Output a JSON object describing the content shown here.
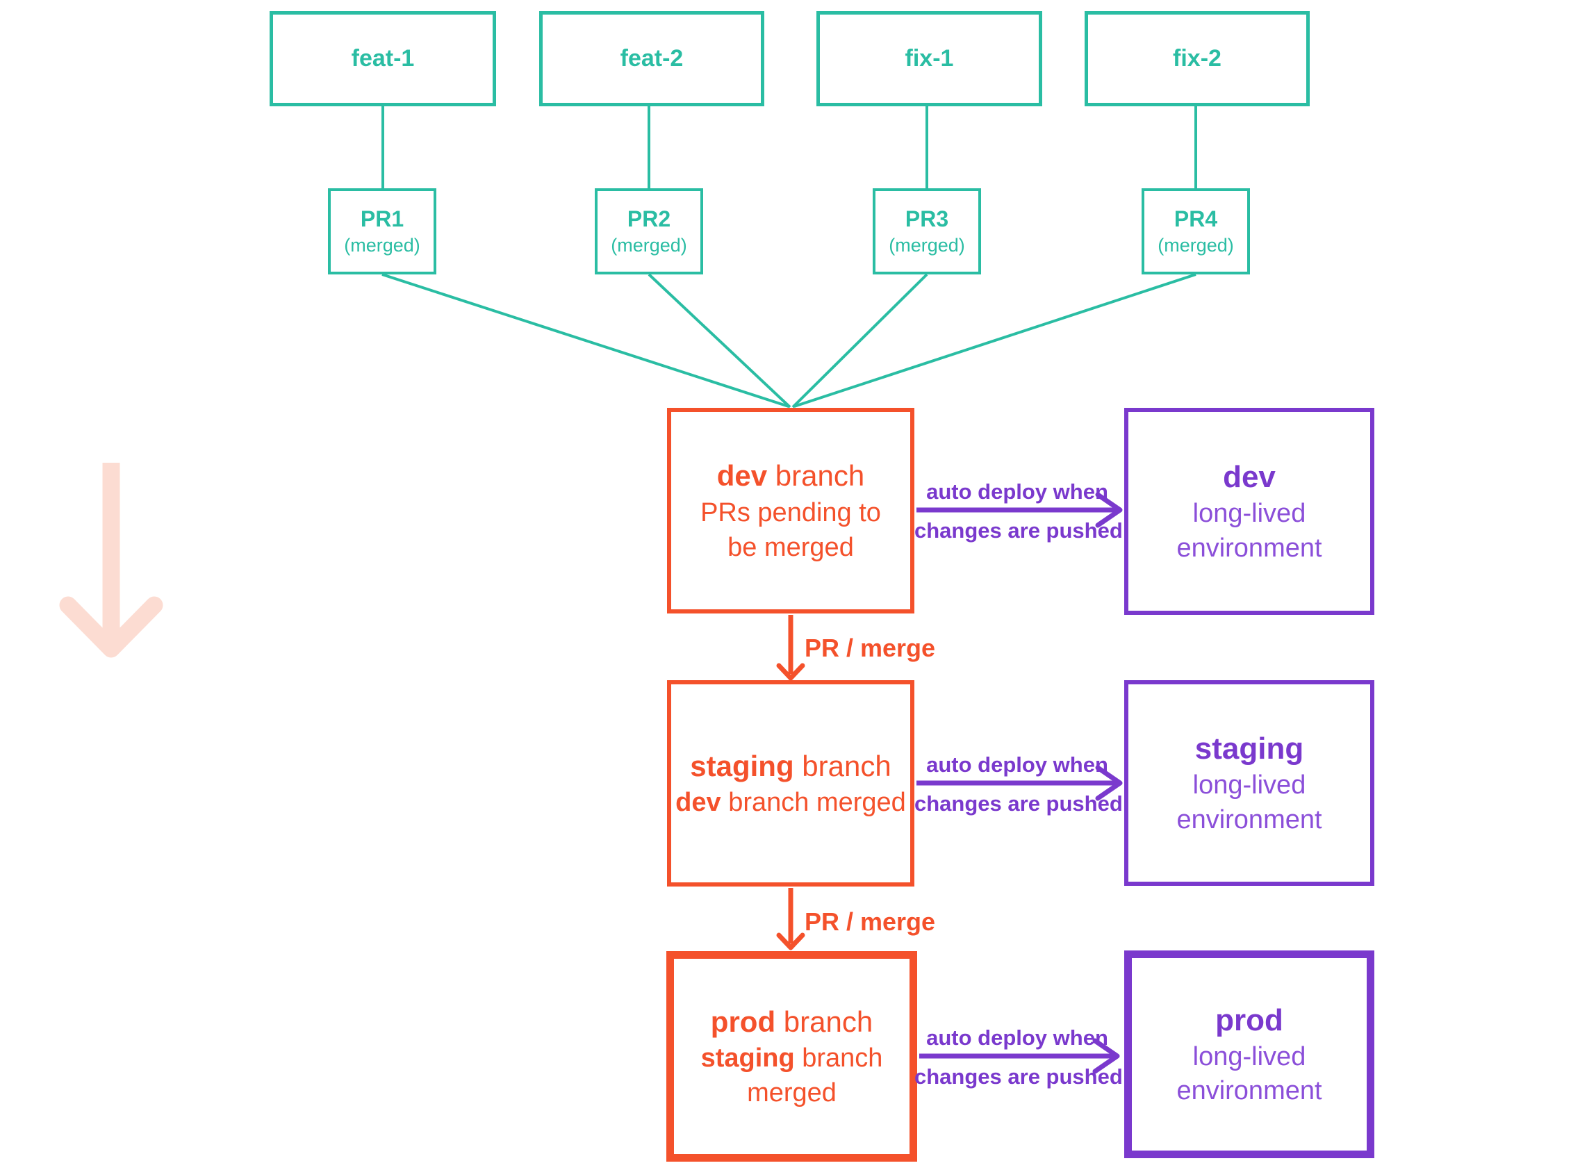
{
  "colors": {
    "teal": "#2abda3",
    "orange": "#f4512b",
    "purple": "#7a39cd",
    "purple_light": "#8b4fd9",
    "pink": "#fcdcd2"
  },
  "feature_branches": [
    {
      "label": "feat-1"
    },
    {
      "label": "feat-2"
    },
    {
      "label": "fix-1"
    },
    {
      "label": "fix-2"
    }
  ],
  "pull_requests": [
    {
      "title": "PR1",
      "status": "(merged)"
    },
    {
      "title": "PR2",
      "status": "(merged)"
    },
    {
      "title": "PR3",
      "status": "(merged)"
    },
    {
      "title": "PR4",
      "status": "(merged)"
    }
  ],
  "branches": {
    "dev": {
      "name": "dev",
      "suffix": " branch",
      "desc_bold": "",
      "desc_rest": "PRs pending to",
      "desc_line2": "be merged"
    },
    "staging": {
      "name": "staging",
      "suffix": " branch",
      "desc_bold": "dev",
      "desc_rest": " branch merged",
      "desc_line2": ""
    },
    "prod": {
      "name": "prod",
      "suffix": " branch",
      "desc_bold": "staging",
      "desc_rest": " branch",
      "desc_line2": "merged"
    }
  },
  "environments": {
    "dev": {
      "name": "dev",
      "desc_line1": "long-lived",
      "desc_line2": "environment"
    },
    "staging": {
      "name": "staging",
      "desc_line1": "long-lived",
      "desc_line2": "environment"
    },
    "prod": {
      "name": "prod",
      "desc_line1": "long-lived",
      "desc_line2": "environment"
    }
  },
  "deploy_arrows": [
    {
      "line1": "auto deploy when",
      "line2": "changes are pushed"
    },
    {
      "line1": "auto deploy when",
      "line2": "changes are pushed"
    },
    {
      "line1": "auto deploy when",
      "line2": "changes are pushed"
    }
  ],
  "merge_arrows": [
    {
      "label": "PR / merge"
    },
    {
      "label": "PR / merge"
    }
  ]
}
